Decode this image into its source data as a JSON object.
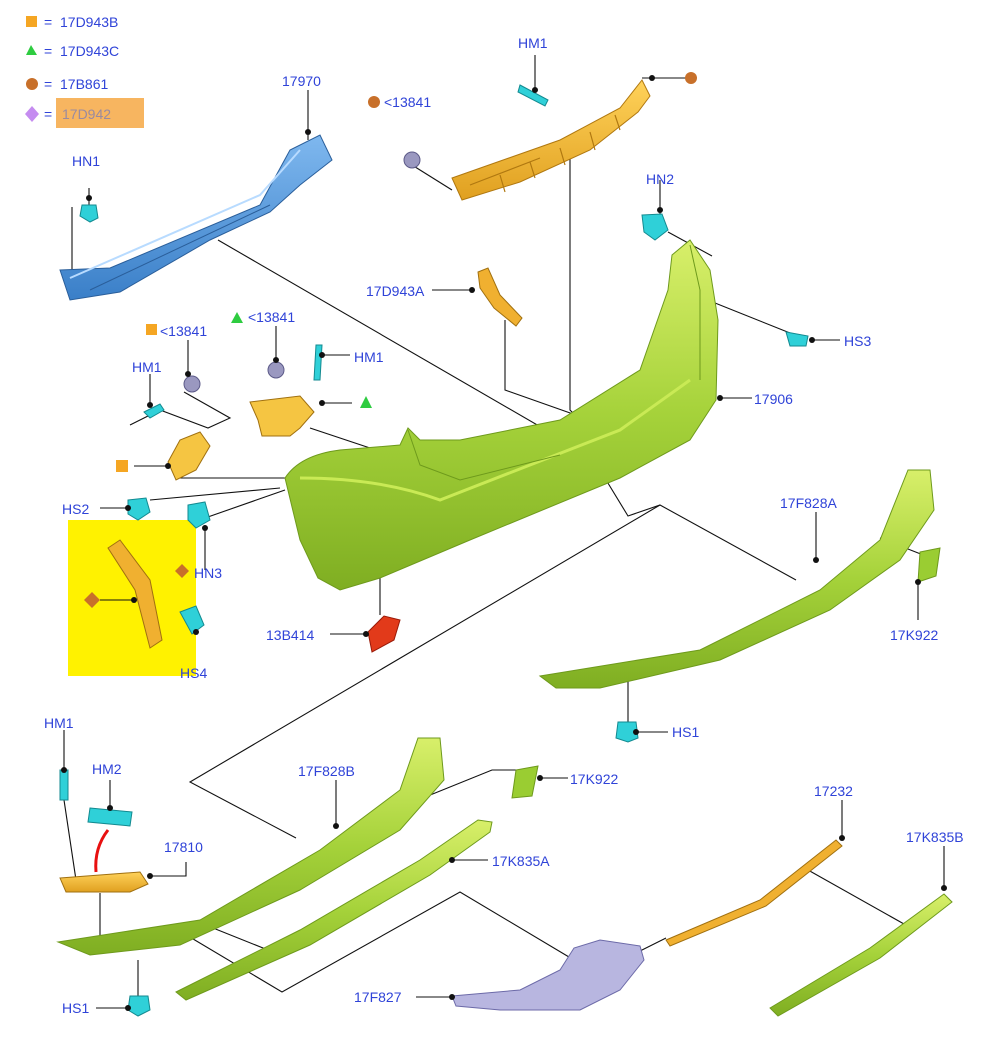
{
  "legend": [
    {
      "symbol": "square-icon",
      "color": "#f5a623",
      "eq": "=",
      "code": "17D943B"
    },
    {
      "symbol": "triangle-icon",
      "color": "#2ecc40",
      "eq": "=",
      "code": "17D943C"
    },
    {
      "symbol": "circle-icon",
      "color": "#c8702a",
      "eq": "=",
      "code": "17B861"
    },
    {
      "symbol": "diamond-icon",
      "color": "#c58cf0",
      "eq": "=",
      "code": "17D942",
      "highlight": "#f7b560"
    }
  ],
  "colors": {
    "reinforcement": "#4a90d9",
    "absorber": "#f0b030",
    "bumper": "#9acd32",
    "bracket": "#f5c542",
    "clip": "#2fd0d8",
    "nut": "#9a98c0",
    "reflector": "#e23a1a",
    "highlight": "#fff200",
    "heatshield": "#b8b6e0",
    "label": "#2f43d8"
  },
  "labels": {
    "p17970": "17970",
    "hm1_top": "HM1",
    "hn1": "HN1",
    "nut_top": "<13841",
    "hn2": "HN2",
    "p17d943a": "17D943A",
    "hs3": "HS3",
    "nut_sq": "<13841",
    "nut_tri": "<13841",
    "hm1_left": "HM1",
    "hm1_mid": "HM1",
    "p17906": "17906",
    "hs2": "HS2",
    "hn3": "HN3",
    "hs4": "HS4",
    "p13b414": "13B414",
    "p17f828a": "17F828A",
    "p17k922_right": "17K922",
    "hs1_right": "HS1",
    "hm1_bottom": "HM1",
    "hm2": "HM2",
    "p17810": "17810",
    "p17f828b": "17F828B",
    "p17k922_mid": "17K922",
    "p17k835a": "17K835A",
    "p17232": "17232",
    "p17k835b": "17K835B",
    "hs1_bottom": "HS1",
    "p17f827": "17F827"
  }
}
